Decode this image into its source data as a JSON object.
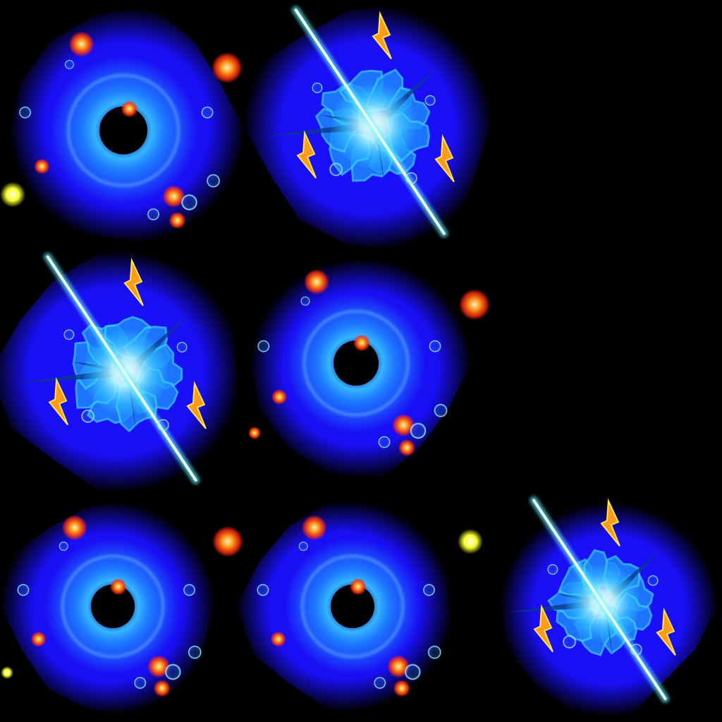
{
  "sprite_sheet": {
    "background": "#000000",
    "colors": {
      "glow_blue": "#1a10ff",
      "water_cyan": "#38c8ff",
      "water_mid": "#1e8cff",
      "beam_core": "#e8ffff",
      "beam_edge": "#5ff2ff",
      "spark_orange": "#ff9a1a",
      "spark_yellow": "#ffe64a",
      "ember_red": "#ff2a10",
      "ember_yellow": "#f5ff2a"
    },
    "frames": [
      {
        "id": 1,
        "kind": "ring"
      },
      {
        "id": 2,
        "kind": "burst"
      },
      {
        "id": 3,
        "kind": "burst"
      },
      {
        "id": 4,
        "kind": "ring"
      },
      {
        "id": 5,
        "kind": "ring"
      },
      {
        "id": 6,
        "kind": "ring"
      },
      {
        "id": 7,
        "kind": "burst"
      }
    ]
  }
}
